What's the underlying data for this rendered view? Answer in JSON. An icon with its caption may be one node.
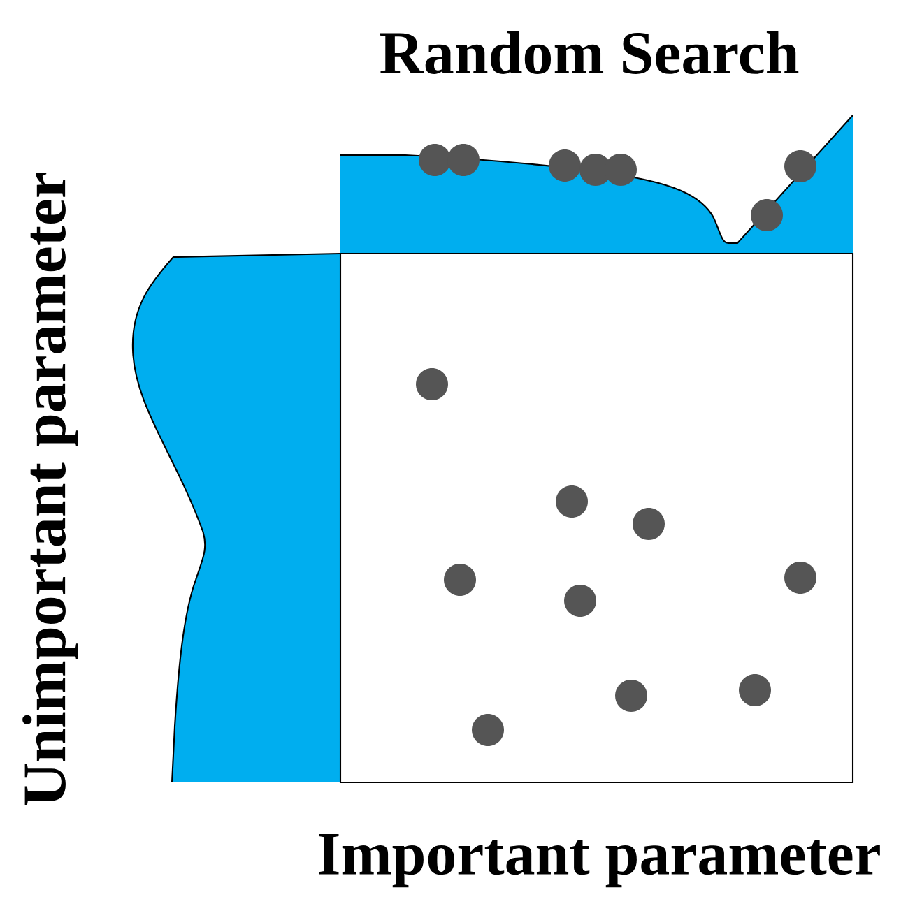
{
  "diagram": {
    "title": "Random Search",
    "labels": [
      "Unimportant parameter",
      "Important parameter"
    ]
  }
}
